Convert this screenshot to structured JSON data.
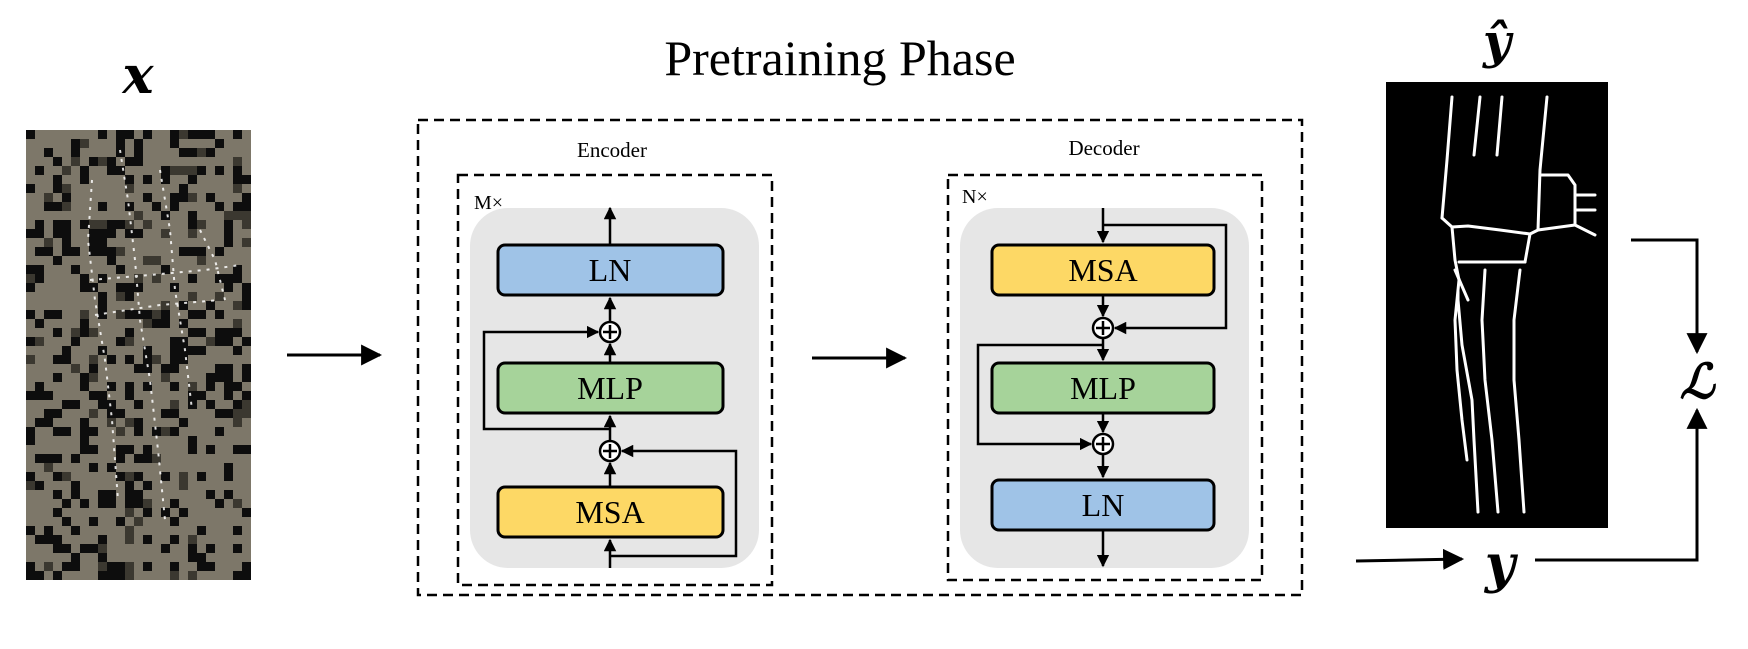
{
  "title": "Pretraining Phase",
  "input": {
    "symbol": "x"
  },
  "prediction": {
    "symbol": "ŷ"
  },
  "target": {
    "symbol": "y"
  },
  "loss": {
    "symbol": "ℒ"
  },
  "encoder": {
    "label": "Encoder",
    "repeat": "M×",
    "blocks": [
      "LN",
      "MLP",
      "MSA"
    ]
  },
  "decoder": {
    "label": "Decoder",
    "repeat": "N×",
    "blocks": [
      "MSA",
      "MLP",
      "LN"
    ]
  },
  "colors": {
    "LN": "#9fc3e7",
    "MLP": "#a6d39a",
    "MSA": "#fdd865",
    "panel": "#e6e6e6",
    "noise_bg": "#7d7769"
  }
}
